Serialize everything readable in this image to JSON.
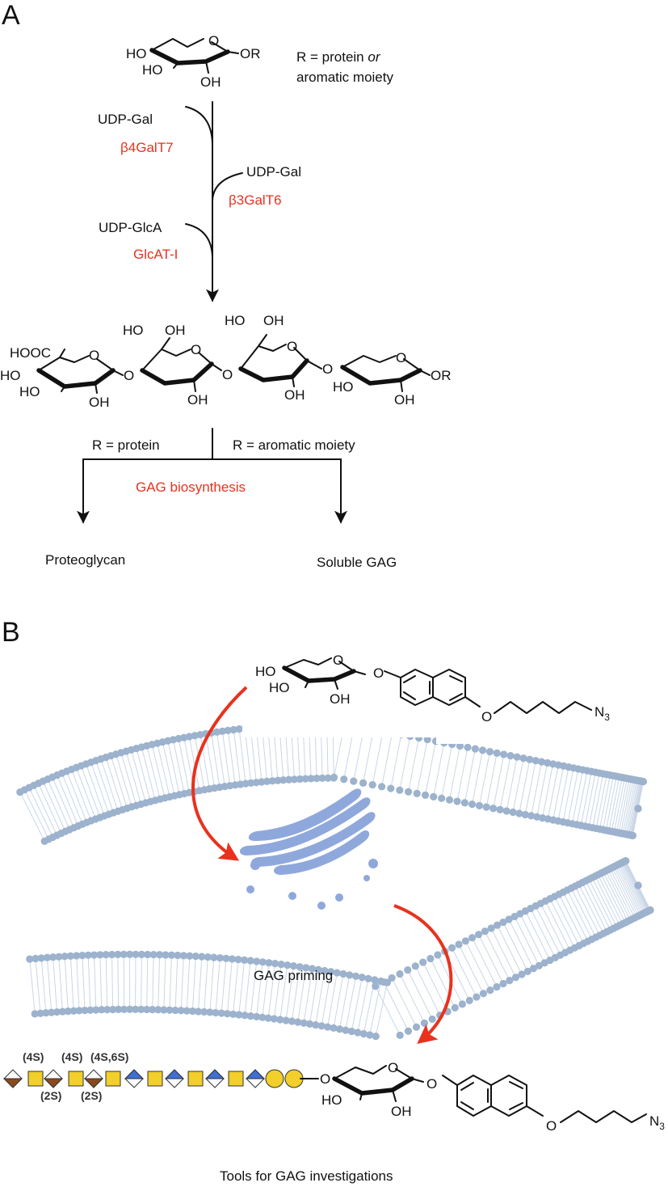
{
  "panel_a": {
    "panel_label": "A",
    "xylose_substituents": {
      "ho_top": "HO",
      "ho_mid": "HO",
      "oh_bottom": "OH",
      "ring_o": "O",
      "or_group": "OR"
    },
    "r_note_line1_prefix": "R = protein ",
    "r_note_line1_italic": "or",
    "r_note_line2": "aromatic moiety",
    "steps": [
      {
        "donor": "UDP-Gal",
        "enzyme": "β4GalT7"
      },
      {
        "donor": "UDP-Gal",
        "enzyme": "β3GalT6"
      },
      {
        "donor": "UDP-GlcA",
        "enzyme": "GlcAT-I"
      }
    ],
    "tetrasaccharide": {
      "hooc": "HOOC",
      "labels": [
        "HO",
        "HO",
        "OH",
        "O",
        "HO",
        "OH",
        "O",
        "OH",
        "O",
        "HO",
        "OH",
        "O",
        "OH",
        "O",
        "O",
        "HO",
        "O",
        "OH",
        "OR"
      ]
    },
    "branch_left": "R = protein",
    "branch_right": "R = aromatic moiety",
    "branch_process": "GAG biosynthesis",
    "product_left": "Proteoglycan",
    "product_right": "Soluble GAG"
  },
  "panel_b": {
    "panel_label": "B",
    "primer_labels": {
      "ho_top": "HO",
      "ho_mid": "HO",
      "oh_bottom": "OH",
      "ring_o": "O",
      "glyco_o": "O",
      "ether_o": "O",
      "azide": "N",
      "azide_sub": "3"
    },
    "process_label": "GAG priming",
    "chain_annotations_top": [
      "(4S)",
      "(4S)",
      "(4S,6S)"
    ],
    "chain_annotations_bottom": [
      "(2S)",
      "(2S)"
    ],
    "product_labels": {
      "link_o": "O",
      "ho": "HO",
      "oh": "OH",
      "ring_o": "O",
      "glyco_o": "O",
      "ether_o": "O",
      "azide": "N",
      "azide_sub": "3"
    },
    "caption": "Tools for GAG investigations",
    "colors": {
      "red_text": "#e8321e",
      "arrow": "#e8321e",
      "golgi": "#8fa8dc",
      "membrane_head": "#9cb2cd",
      "galnac_square": "#f2cf2a",
      "galactose_circle": "#f2cf2a",
      "iduronic_acid_brown": "#8b4a1c",
      "glucuronic_acid_blue": "#3f6fd1"
    }
  }
}
